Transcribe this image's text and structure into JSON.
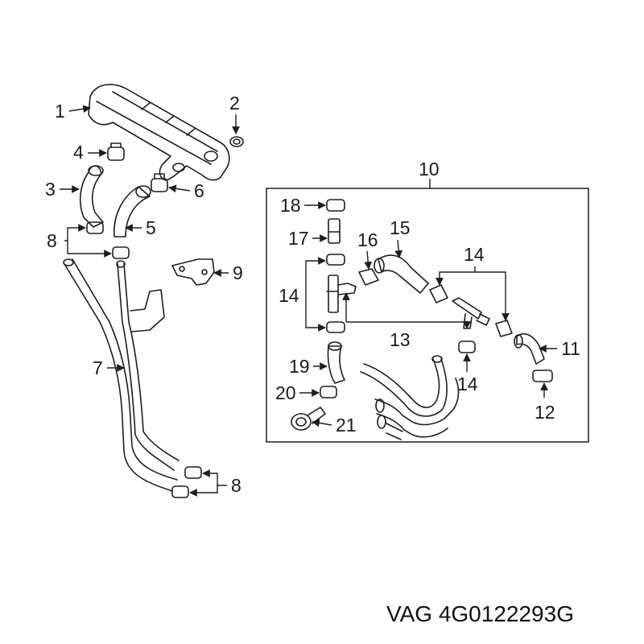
{
  "labels": {
    "l1": "1",
    "l2": "2",
    "l3": "3",
    "l4": "4",
    "l5": "5",
    "l6": "6",
    "l7": "7",
    "l8a": "8",
    "l8b": "8",
    "l9": "9",
    "l10": "10",
    "l11": "11",
    "l12": "12",
    "l13": "13",
    "l14a": "14",
    "l14b": "14",
    "l14c": "14",
    "l15": "15",
    "l16": "16",
    "l17": "17",
    "l18": "18",
    "l19": "19",
    "l20": "20",
    "l21": "21"
  },
  "caption": "VAG 4G0122293G",
  "colors": {
    "ink": "#1e1e1e",
    "background": "#ffffff"
  }
}
